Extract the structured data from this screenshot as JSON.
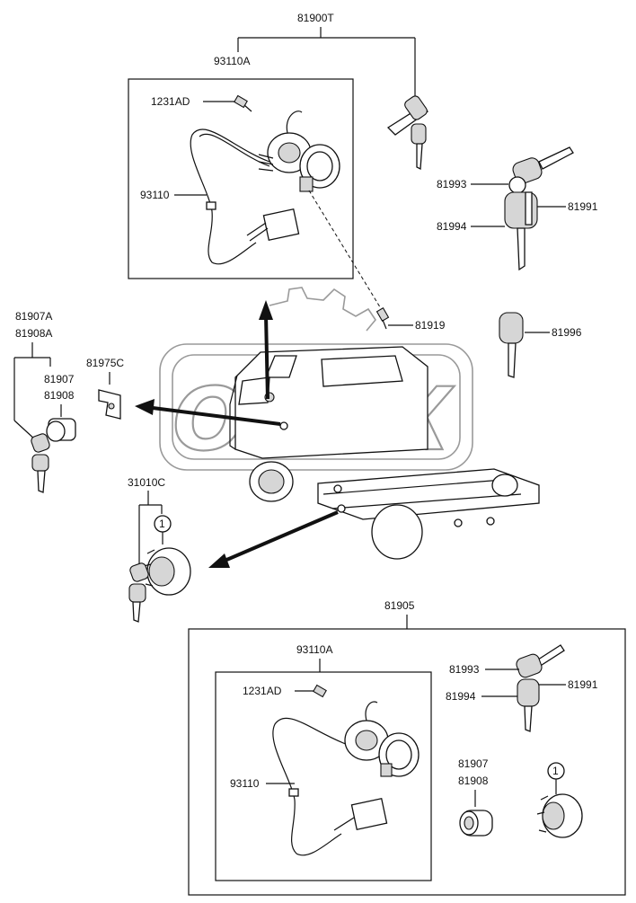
{
  "labels": {
    "l81900T": "81900T",
    "l93110A_top": "93110A",
    "l1231AD_top": "1231AD",
    "l93110_top": "93110",
    "l81993_top": "81993",
    "l81994_top": "81994",
    "l81991_top": "81991",
    "l81919": "81919",
    "l81996": "81996",
    "l81907A": "81907A",
    "l81908A": "81908A",
    "l81907_left": "81907",
    "l81908_left": "81908",
    "l81975C": "81975C",
    "l31010C": "31010C",
    "l81905": "81905",
    "l93110A_bot": "93110A",
    "l1231AD_bot": "1231AD",
    "l93110_bot": "93110",
    "l81993_bot": "81993",
    "l81994_bot": "81994",
    "l81991_bot": "81991",
    "l81907_bot": "81907",
    "l81908_bot": "81908",
    "ref1_a": "1",
    "ref1_b": "1"
  },
  "watermark": "OPEX"
}
